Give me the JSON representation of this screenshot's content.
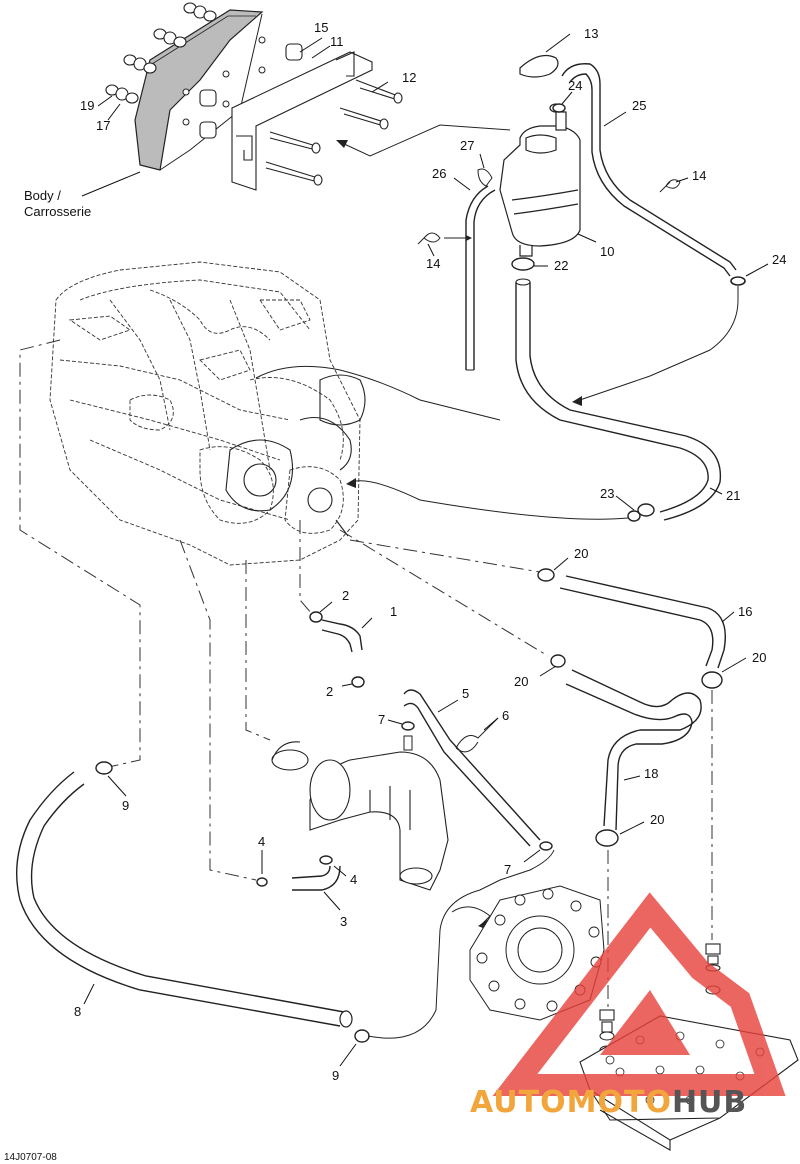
{
  "labels": {
    "body_label_line1": "Body /",
    "body_label_line2": "Carrosserie",
    "drawing_code": "14J0707-08"
  },
  "callouts": [
    "1",
    "2",
    "2",
    "3",
    "4",
    "4",
    "5",
    "6",
    "7",
    "7",
    "8",
    "9",
    "9",
    "10",
    "11",
    "12",
    "13",
    "14",
    "14",
    "15",
    "16",
    "17",
    "18",
    "19",
    "20",
    "20",
    "20",
    "20",
    "21",
    "22",
    "23",
    "24",
    "24",
    "25",
    "26",
    "27"
  ],
  "watermark": {
    "text_part1": "AUTOMOTO",
    "text_part2": "HUB",
    "colors": {
      "orange": "#f2a53a",
      "red": "#e8413a",
      "grey": "#555555"
    }
  }
}
